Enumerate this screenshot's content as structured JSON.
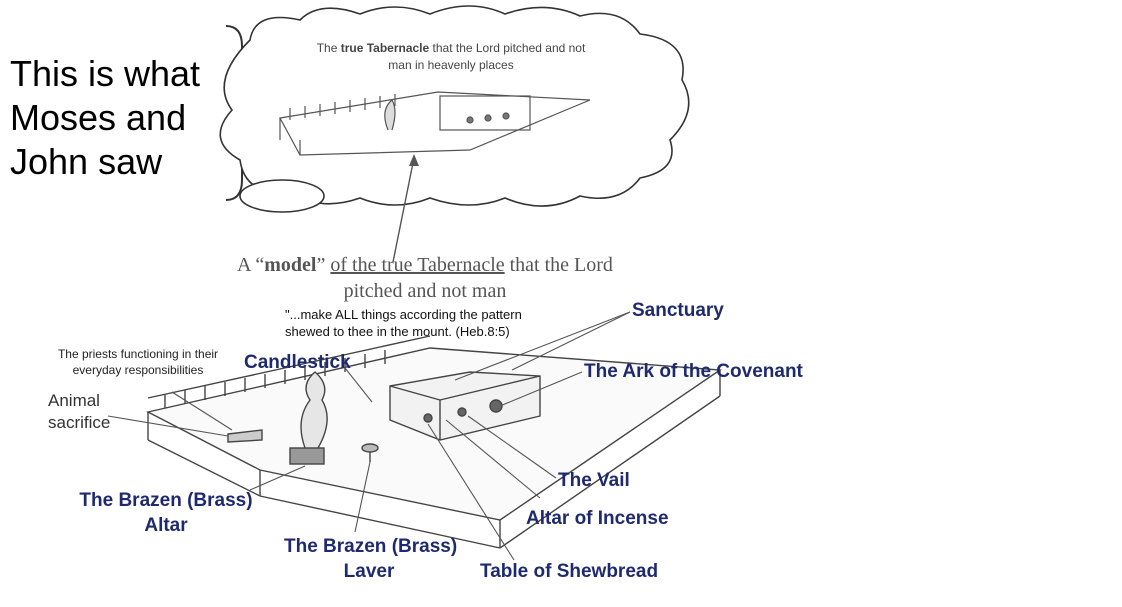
{
  "left_caption": {
    "lines": [
      "This is what",
      "Moses and",
      "John saw"
    ]
  },
  "cloud_caption": {
    "pre": "The ",
    "bold": "true Tabernacle",
    "post": " that the Lord pitched and not",
    "line2": "man in heavenly places"
  },
  "model_caption": {
    "a": "A “",
    "bold": "model",
    "b": "” ",
    "underlined": "of the true Tabernacle",
    "c": " that the Lord",
    "line2": "pitched and not man"
  },
  "scripture_quote": {
    "line1": "\"...make ALL things according the pattern",
    "line2": "shewed to thee in the mount. (Heb.8:5)"
  },
  "labels": {
    "priests": {
      "line1": "The priests functioning in their",
      "line2": "everyday responsibilities"
    },
    "animal_sacrifice": {
      "line1": "Animal",
      "line2": "sacrifice"
    },
    "candlestick": "Candlestick",
    "sanctuary": "Sanctuary",
    "ark": "The Ark of the Covenant",
    "vail": "The Vail",
    "altar_incense": "Altar of Incense",
    "table_shewbread": "Table of Shewbread",
    "brazen_altar": {
      "line1": "The  Brazen (Brass)",
      "line2": "Altar"
    },
    "brazen_laver": {
      "line1": "The Brazen (Brass)",
      "line2": "Laver"
    }
  },
  "colors": {
    "label_navy": "#1f2a6e",
    "line_gray": "#555555",
    "caption_gray": "#555555"
  }
}
